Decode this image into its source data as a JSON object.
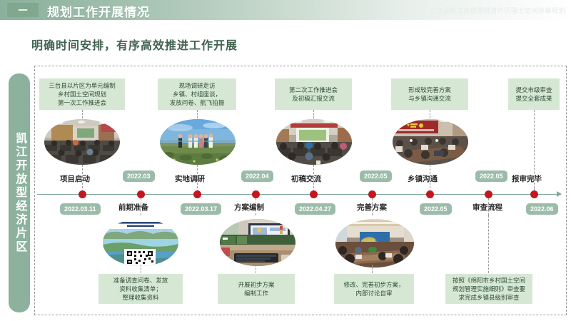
{
  "header": {
    "number": "一",
    "title": "规划工作开展情况",
    "right_text": "三台县凯江开放型经济片区国土空间总体规划",
    "band_color": "#8bb09c",
    "num_box_color": "#7fa88f"
  },
  "subtitle": "明确时间安排，有序高效推进工作开展",
  "side_tab": {
    "label": "凯江开放型经济片区",
    "color": "#8cb29d"
  },
  "timeline": {
    "axis_color": "#7fa89a",
    "dot_color": "#c5161d",
    "badge_color": "#9cbcaa",
    "nodes": [
      {
        "stage": "项目启动",
        "date": "2022.03.11",
        "stage_side": "above",
        "date_side": "below"
      },
      {
        "stage": "前期准备",
        "date": "2022.03",
        "stage_side": "below",
        "date_side": "above"
      },
      {
        "stage": "实地调研",
        "date": "2022.03.17",
        "stage_side": "above",
        "date_side": "below"
      },
      {
        "stage": "方案编制",
        "date": "2022.04",
        "stage_side": "below",
        "date_side": "above"
      },
      {
        "stage": "初稿交流",
        "date": "2022.04.27",
        "stage_side": "above",
        "date_side": "below"
      },
      {
        "stage": "完善方案",
        "date": "2022.05",
        "stage_side": "below",
        "date_side": "above"
      },
      {
        "stage": "乡镇沟通",
        "date": "2022.05",
        "stage_side": "above",
        "date_side": "below"
      },
      {
        "stage": "审查流程",
        "date": "2022.05",
        "stage_side": "below",
        "date_side": "above"
      },
      {
        "stage": "报审完毕",
        "date": "2022.06",
        "stage_side": "above",
        "date_side": "below"
      }
    ]
  },
  "top_items": [
    {
      "caption": "三台县以片区为单元编制\n乡村国土空间规划\n第一次工作推进会",
      "photo": "conference-hall-meeting"
    },
    {
      "caption": "现场调研走访\n乡镇、村组座谈，\n发放问卷、航飞拍摄",
      "photo": "field-survey-outdoor"
    },
    {
      "caption": "第二次工作推进会\n及初稿汇报交流",
      "photo": "meeting-room-presentation"
    },
    {
      "caption": "形成较完善方案\n与乡镇沟通交流",
      "photo": "government-conference-room"
    },
    {
      "caption": "提交市级审查\n提交全套成果",
      "photo": null
    }
  ],
  "bottom_items": [
    {
      "caption": "准备调查问卷、发放\n资料收集清单；\n整理收集资料",
      "photo": "questionnaire-with-qrcode"
    },
    {
      "caption": "开展初步方案\n编制工作",
      "photo": "desktop-workstation"
    },
    {
      "caption": "修改、完善初步方案，\n内部讨论自审",
      "photo": "boardroom-discussion"
    },
    {
      "caption": "按照《绵阳市乡村国土空间\n规划管理实施细则》审查要\n求完成乡镇县级别审查",
      "photo": null
    }
  ],
  "colors": {
    "caption_bg": "#d6e8d4",
    "caption_text": "#2f4b3a",
    "subtitle_text": "#436351",
    "frame_dash": "#9a9a9a"
  }
}
